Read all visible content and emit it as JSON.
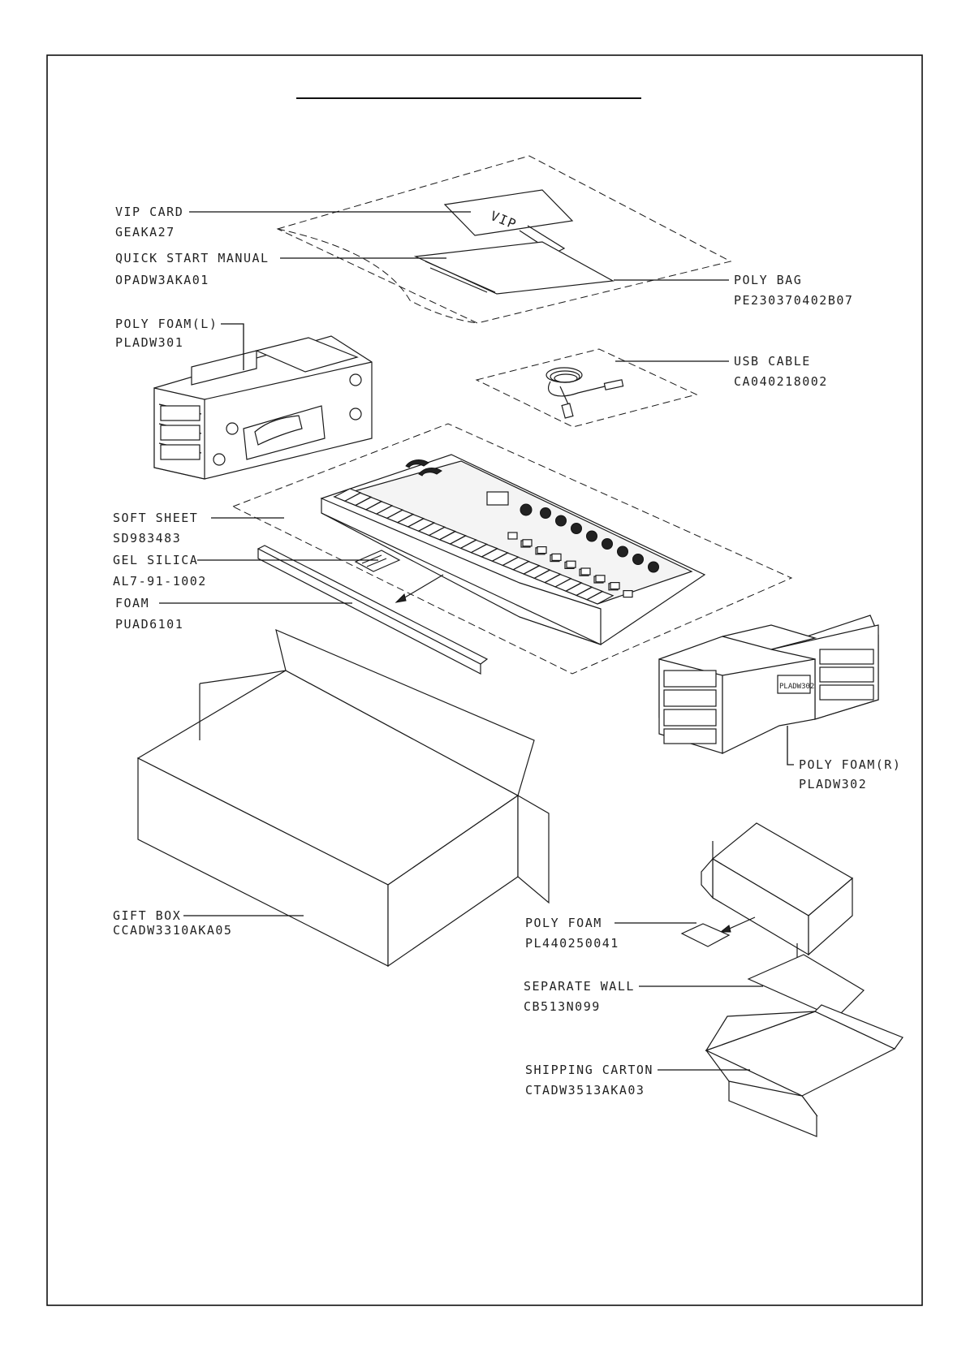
{
  "parts": [
    {
      "id": "vip-card",
      "name": "VIP CARD",
      "code": "GEAKA27"
    },
    {
      "id": "quick-start-manual",
      "name": "QUICK START MANUAL",
      "code": "OPADW3AKA01"
    },
    {
      "id": "poly-bag",
      "name": "POLY BAG",
      "code": "PE230370402B07"
    },
    {
      "id": "poly-foam-left",
      "name": "POLY FOAM(L)",
      "code": "PLADW301"
    },
    {
      "id": "usb-cable",
      "name": "USB CABLE",
      "code": "CA040218002"
    },
    {
      "id": "soft-sheet",
      "name": "SOFT SHEET",
      "code": "SD983483"
    },
    {
      "id": "gel-silica",
      "name": "GEL SILICA",
      "code": "AL7-91-1002"
    },
    {
      "id": "foam",
      "name": "FOAM",
      "code": "PUAD6101"
    },
    {
      "id": "poly-foam-right",
      "name": "POLY FOAM(R)",
      "code": "PLADW302"
    },
    {
      "id": "gift-box",
      "name": "GIFT BOX",
      "code": "CCADW3310AKA05"
    },
    {
      "id": "poly-foam",
      "name": "POLY FOAM",
      "code": "PL440250041"
    },
    {
      "id": "separate-wall",
      "name": "SEPARATE WALL",
      "code": "CB513N099"
    },
    {
      "id": "shipping-carton",
      "name": "SHIPPING CARTON",
      "code": "CTADW3513AKA03"
    }
  ],
  "vip_card_text": "VIP",
  "foam_block_text": "PLADW302"
}
